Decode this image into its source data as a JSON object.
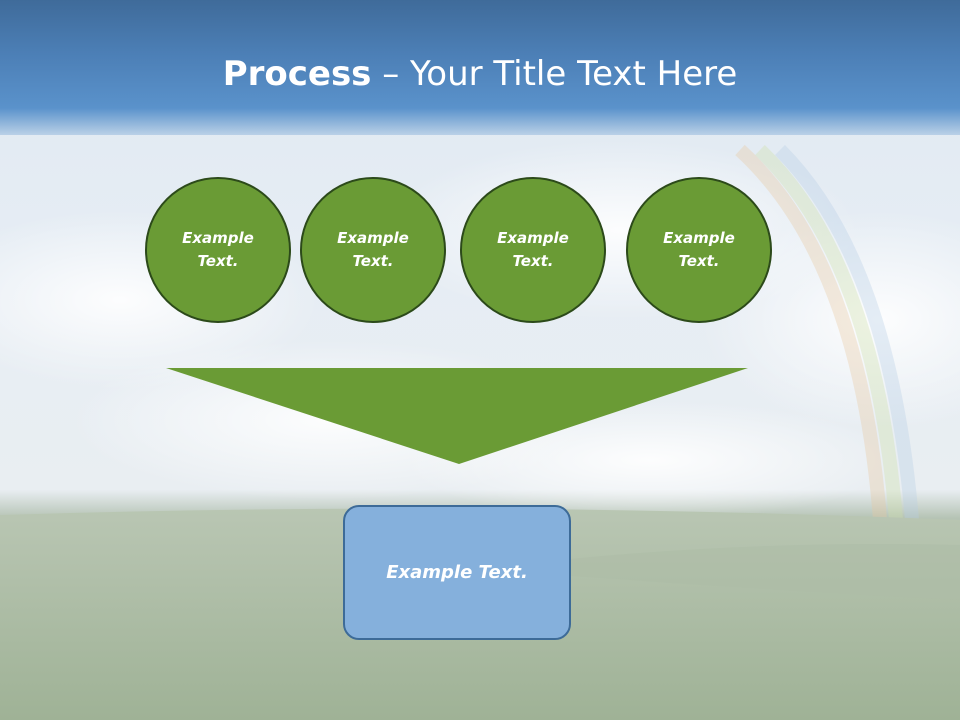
{
  "slide": {
    "title_bold": "Process",
    "title_rest": " – Your Title Text Here"
  },
  "process_steps": [
    {
      "label": "Example Text."
    },
    {
      "label": "Example Text."
    },
    {
      "label": "Example Text."
    },
    {
      "label": "Example Text."
    }
  ],
  "result": {
    "label": "Example Text."
  },
  "colors": {
    "circle_fill": "#6a9b35",
    "circle_border": "#2c4a1a",
    "funnel_fill": "#6a9b35",
    "result_fill": "#85b0dc",
    "result_border": "#3d6b98",
    "title_band": "#4c7fb6"
  }
}
